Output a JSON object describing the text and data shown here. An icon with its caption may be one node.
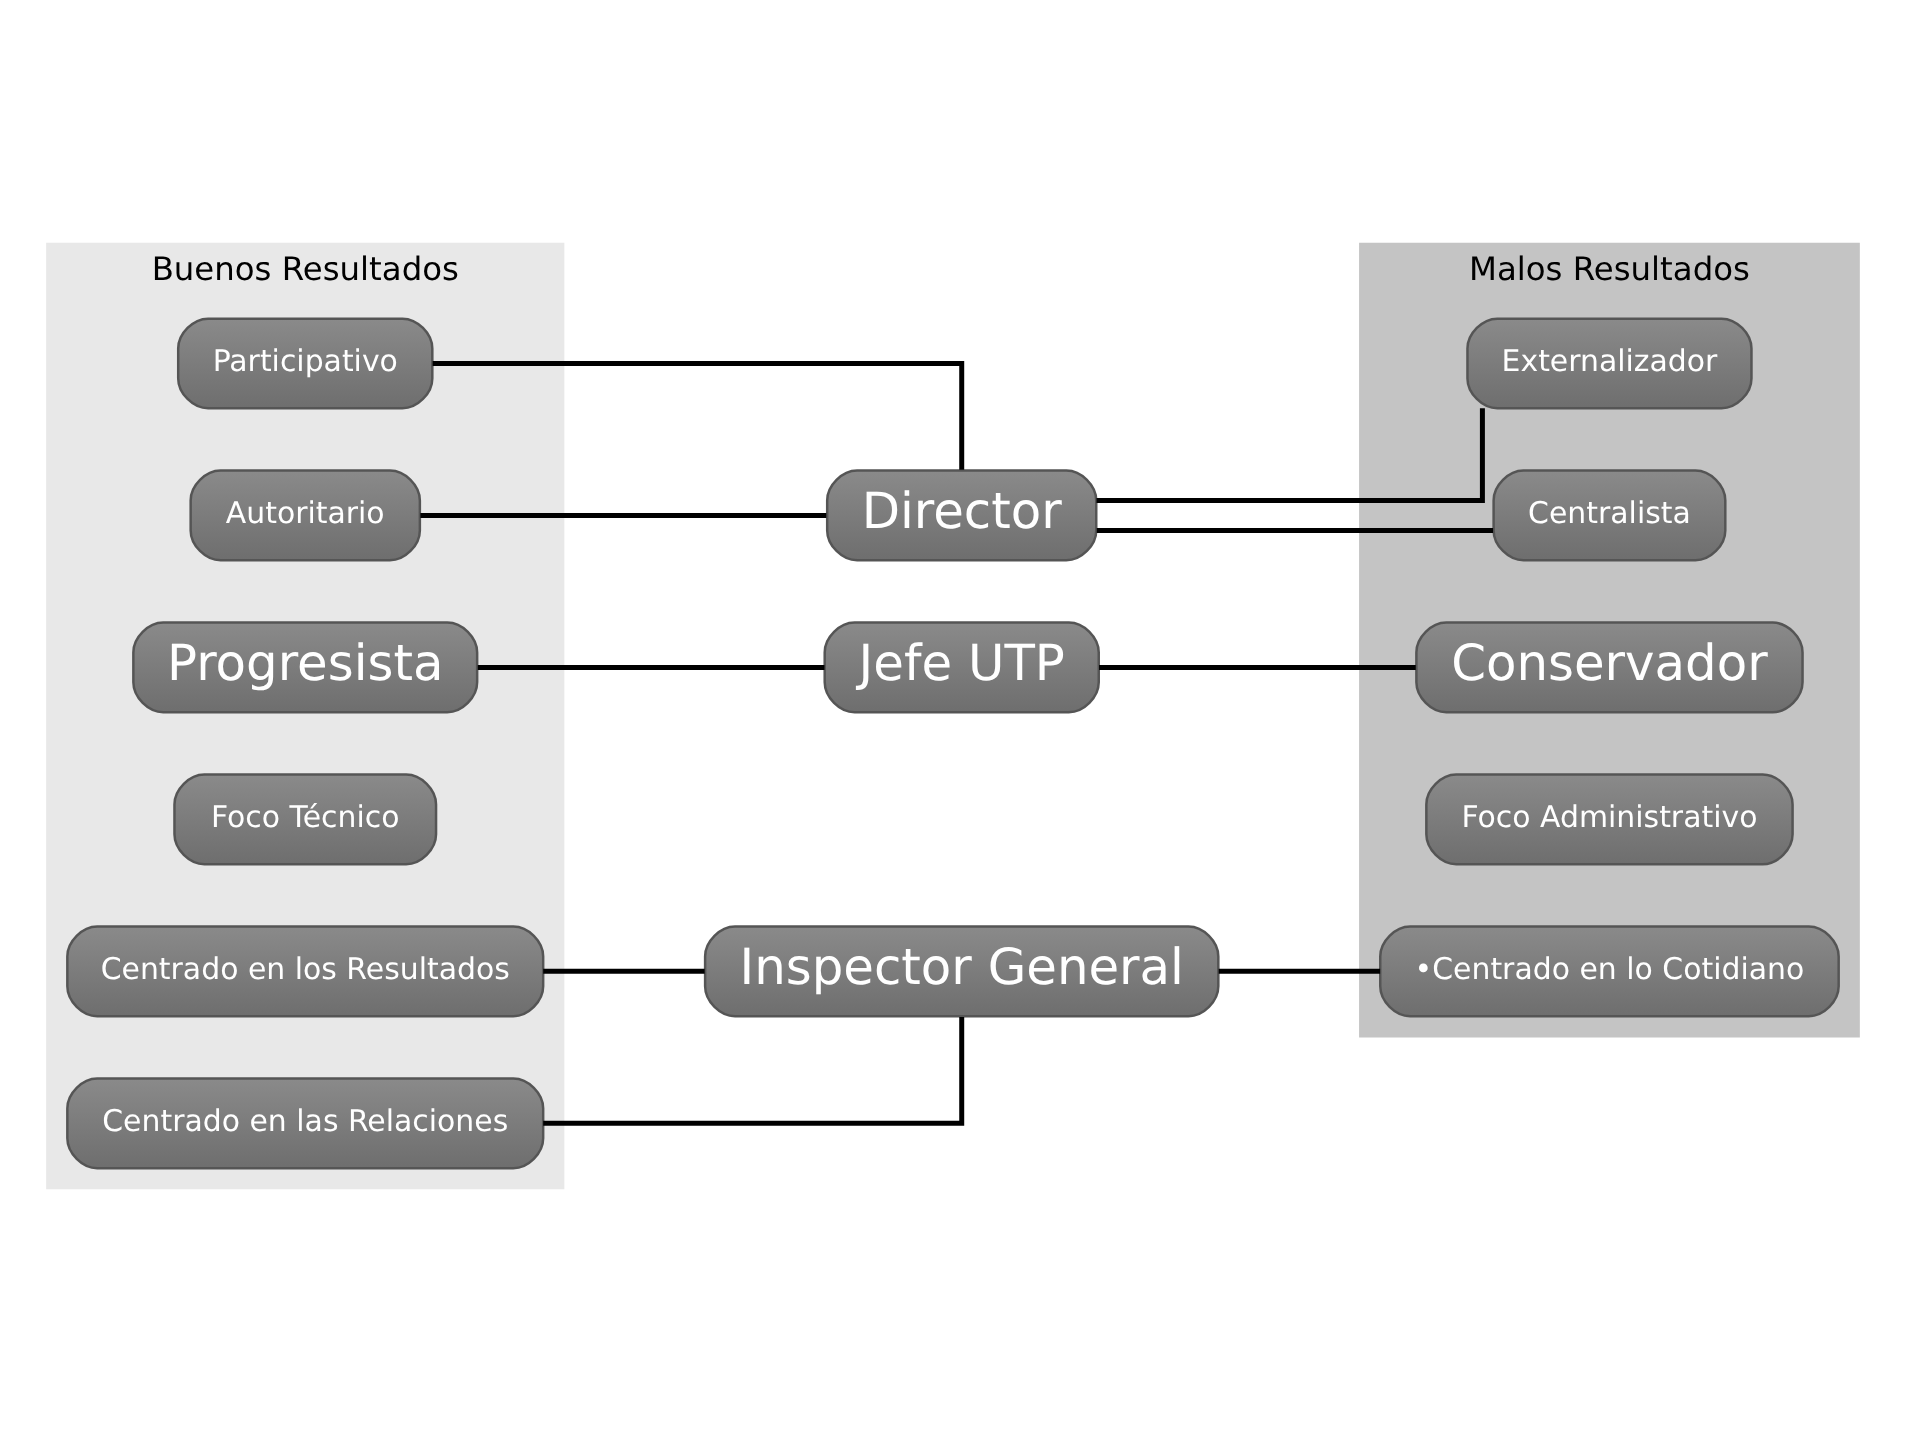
{
  "diagram": {
    "nodes": [
      {
        "text": [
          "Buenos Resultados"
        ]
      },
      {
        "text": [
          "Participativo"
        ],
        "in": 0
      },
      {
        "text": [
          "Autoritario"
        ],
        "in": 0
      },
      {
        "text": [
          "Progresista"
        ],
        "in": 0
      },
      {
        "text": [
          "Foco Técnico"
        ],
        "in": 0
      },
      {
        "text": [
          "Centrado en los Resultados"
        ],
        "in": 0
      },
      {
        "text": [
          "Centrado en las Relaciones"
        ],
        "in": 0
      },
      {
        "text": [
          "Director"
        ]
      },
      {
        "text": [
          "Jefe UTP"
        ]
      },
      {
        "text": [
          "Inspector General"
        ]
      },
      {
        "text": [
          "Malos Resultados"
        ]
      },
      {
        "text": [
          "Externalizador"
        ],
        "in": 10
      },
      {
        "text": [
          "Centralista"
        ],
        "in": 10
      },
      {
        "text": [
          "Conservador"
        ],
        "in": 10
      },
      {
        "text": [
          "Foco Administrativo"
        ],
        "in": 10
      },
      {
        "text": [
          "•Centrado en lo Cotidiano"
        ],
        "in": 10
      }
    ],
    "edges": [
      {
        "from": 7,
        "to": 1,
        "arrow": "none"
      },
      {
        "from": 7,
        "to": 2,
        "arrow": "none"
      },
      {
        "from": 7,
        "to": 11,
        "arrow": "none"
      },
      {
        "from": 7,
        "to": 12,
        "arrow": "none"
      },
      {
        "from": 8,
        "to": 3,
        "arrow": "none"
      },
      {
        "from": 8,
        "to": 13,
        "arrow": "none"
      },
      {
        "from": 9,
        "to": 5,
        "arrow": "none"
      },
      {
        "from": 9,
        "to": 6,
        "arrow": "none"
      },
      {
        "from": 9,
        "to": 15,
        "arrow": "none"
      }
    ]
  }
}
